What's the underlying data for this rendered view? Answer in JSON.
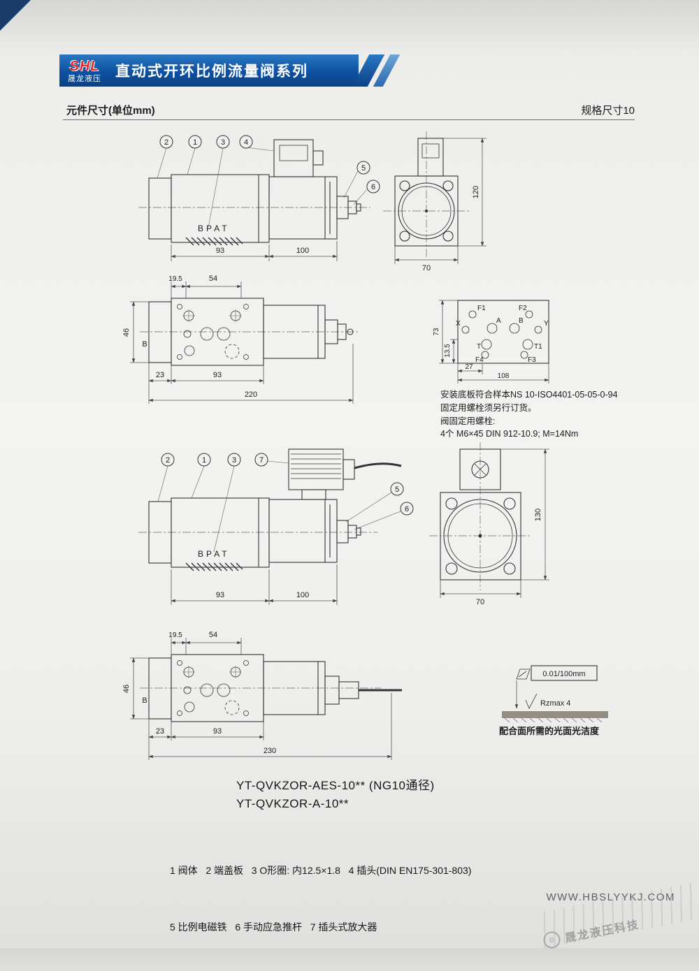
{
  "header": {
    "logo_acronym": "SHL",
    "logo_name": "晟龙液压",
    "title": "直动式开环比例流量阀系列"
  },
  "subheader": {
    "left": "元件尺寸(单位mm)",
    "right": "规格尺寸10"
  },
  "drawing_top_side": {
    "callouts": [
      "2",
      "1",
      "3",
      "4",
      "5",
      "6"
    ],
    "body_label": "BPAT",
    "dim_body": "93",
    "dim_solenoid": "100"
  },
  "drawing_top_front": {
    "dim_height": "120",
    "dim_width": "70"
  },
  "drawing_top_plan": {
    "dim_195": "19.5",
    "dim_54": "54",
    "dim_46": "46",
    "port_b": "B",
    "dim_23": "23",
    "dim_93": "93",
    "dim_total": "220"
  },
  "mounting_pattern": {
    "ports": {
      "f1": "F1",
      "f2": "F2",
      "x": "X",
      "y": "Y",
      "a": "A",
      "b": "B",
      "t": "T",
      "t1": "T1",
      "f4": "F4",
      "f3": "F3"
    },
    "dim_73": "73",
    "dim_135": "13.5",
    "dim_27": "27",
    "dim_108": "108"
  },
  "mounting_notes": {
    "line1": "安装底板符合样本NS 10-ISO4401-05-05-0-94",
    "line2": "固定用螺栓须另行订货。",
    "line3": "阀固定用螺栓:",
    "line4": "4个 M6×45 DIN 912-10.9; M=14Nm"
  },
  "drawing_bottom_side": {
    "callouts": [
      "2",
      "1",
      "3",
      "7",
      "5",
      "6"
    ],
    "body_label": "BPAT",
    "dim_body": "93",
    "dim_solenoid": "100"
  },
  "drawing_bottom_front": {
    "dim_height": "130",
    "dim_width": "70"
  },
  "drawing_bottom_plan": {
    "dim_195": "19.5",
    "dim_54": "54",
    "dim_46": "46",
    "port_b": "B",
    "dim_23": "23",
    "dim_93": "93",
    "dim_total": "230"
  },
  "surface_finish": {
    "tolerance": "0.01/100mm",
    "roughness": "Rzmax 4",
    "caption": "配合面所需的光面光洁度"
  },
  "models": {
    "line1": "YT-QVKZOR-AES-10** (NG10通径)",
    "line2": "YT-QVKZOR-A-10**"
  },
  "parts_list": {
    "line1": "1 阀体   2 端盖板   3 O形圈: 内12.5×1.8   4 插头(DIN EN175-301-803)",
    "line2": "5 比例电磁铁   6 手动应急推杆   7 插头式放大器"
  },
  "footer": {
    "website": "WWW.HBSLYYKJ.COM",
    "watermark": "晟龙液压科技"
  }
}
